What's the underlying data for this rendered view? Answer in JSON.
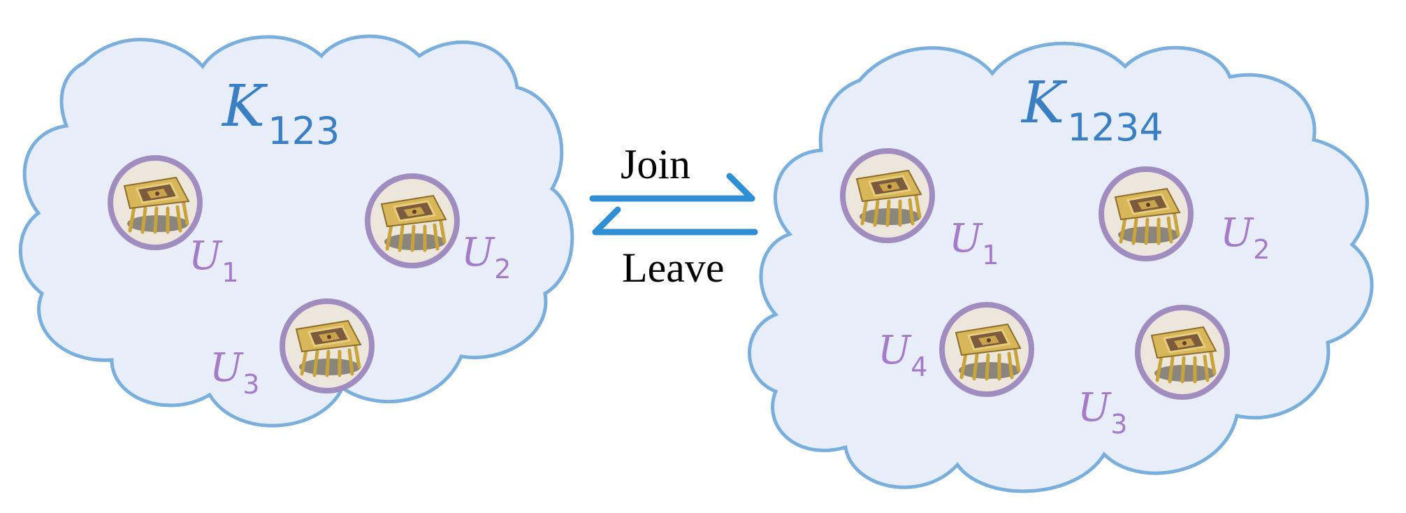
{
  "colors": {
    "cloud_fill": "#e7eef9",
    "cloud_stroke": "#7aaedc",
    "key_text": "#3a7fc4",
    "chip_ring": "#a08cbf",
    "user_text": "#a57ac9",
    "arrow": "#2f8fd6",
    "label_text": "#000000"
  },
  "left_group": {
    "key": {
      "base": "K",
      "sub": "123"
    },
    "nodes": [
      {
        "label": {
          "base": "U",
          "sub": "1"
        },
        "icon": "chip-icon"
      },
      {
        "label": {
          "base": "U",
          "sub": "2"
        },
        "icon": "chip-icon"
      },
      {
        "label": {
          "base": "U",
          "sub": "3"
        },
        "icon": "chip-icon"
      }
    ]
  },
  "right_group": {
    "key": {
      "base": "K",
      "sub": "1234"
    },
    "nodes": [
      {
        "label": {
          "base": "U",
          "sub": "1"
        },
        "icon": "chip-icon"
      },
      {
        "label": {
          "base": "U",
          "sub": "2"
        },
        "icon": "chip-icon"
      },
      {
        "label": {
          "base": "U",
          "sub": "4"
        },
        "icon": "chip-icon"
      },
      {
        "label": {
          "base": "U",
          "sub": "3"
        },
        "icon": "chip-icon"
      }
    ]
  },
  "transitions": {
    "join_label": "Join",
    "leave_label": "Leave"
  }
}
